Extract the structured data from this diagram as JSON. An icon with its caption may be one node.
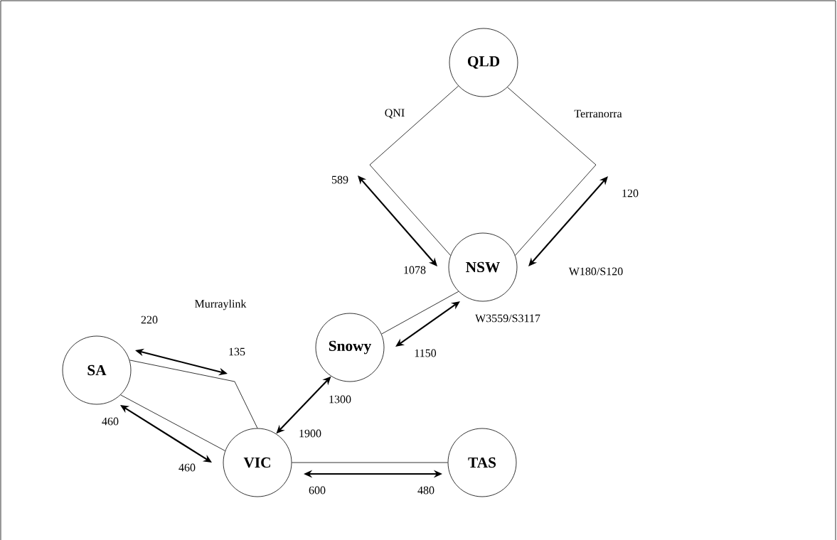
{
  "diagram": {
    "nodes": [
      {
        "text": [
          "QLD"
        ]
      },
      {
        "text": [
          "NSW"
        ]
      },
      {
        "text": [
          "Snowy"
        ]
      },
      {
        "text": [
          "SA"
        ]
      },
      {
        "text": [
          "VIC"
        ]
      },
      {
        "text": [
          "TAS"
        ]
      }
    ],
    "edges": [
      {
        "from": 0,
        "to": 1,
        "arrow": "none",
        "label": "QNI"
      },
      {
        "from": 0,
        "to": 1,
        "arrow": "none",
        "label": "Terranorra"
      },
      {
        "from": 1,
        "to": 2,
        "arrow": "none"
      },
      {
        "from": 2,
        "to": 4,
        "arrow": "both"
      },
      {
        "from": 3,
        "to": 4,
        "arrow": "none"
      },
      {
        "from": 3,
        "to": 4,
        "arrow": "none"
      },
      {
        "from": 4,
        "to": 5,
        "arrow": "none"
      }
    ],
    "labels": [
      "589",
      "120",
      "1078",
      "W180/S120",
      "Murraylink",
      "220",
      "W3559/S3117",
      "135",
      "1150",
      "1300",
      "460",
      "1900",
      "460",
      "600",
      "480"
    ]
  }
}
